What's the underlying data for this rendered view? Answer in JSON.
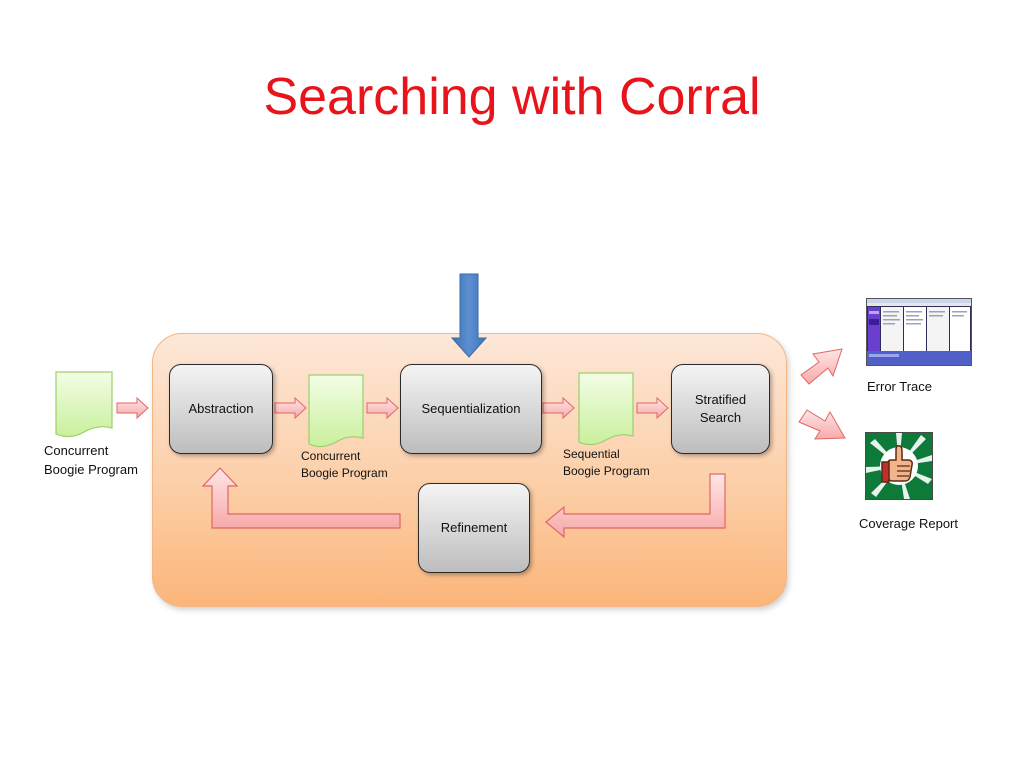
{
  "slide": {
    "title": "Searching with Corral"
  },
  "diagram": {
    "boxes": {
      "abstraction": "Abstraction",
      "sequentialization": "Sequentialization",
      "stratified_search": "Stratified\nSearch",
      "refinement": "Refinement"
    },
    "documents": {
      "input_label": "Concurrent\nBoogie Program",
      "concurrent_label": "Concurrent\nBoogie Program",
      "sequential_label": "Sequential\nBoogie Program"
    },
    "outputs": {
      "error_trace": "Error Trace",
      "coverage_report": "Coverage Report"
    },
    "colors": {
      "title": "#e8141b",
      "arrow_fill": "#fbd0d0",
      "arrow_stroke": "#e06666",
      "document_fill": "#dff7c0",
      "injection_arrow": "#4a7fc1"
    }
  }
}
